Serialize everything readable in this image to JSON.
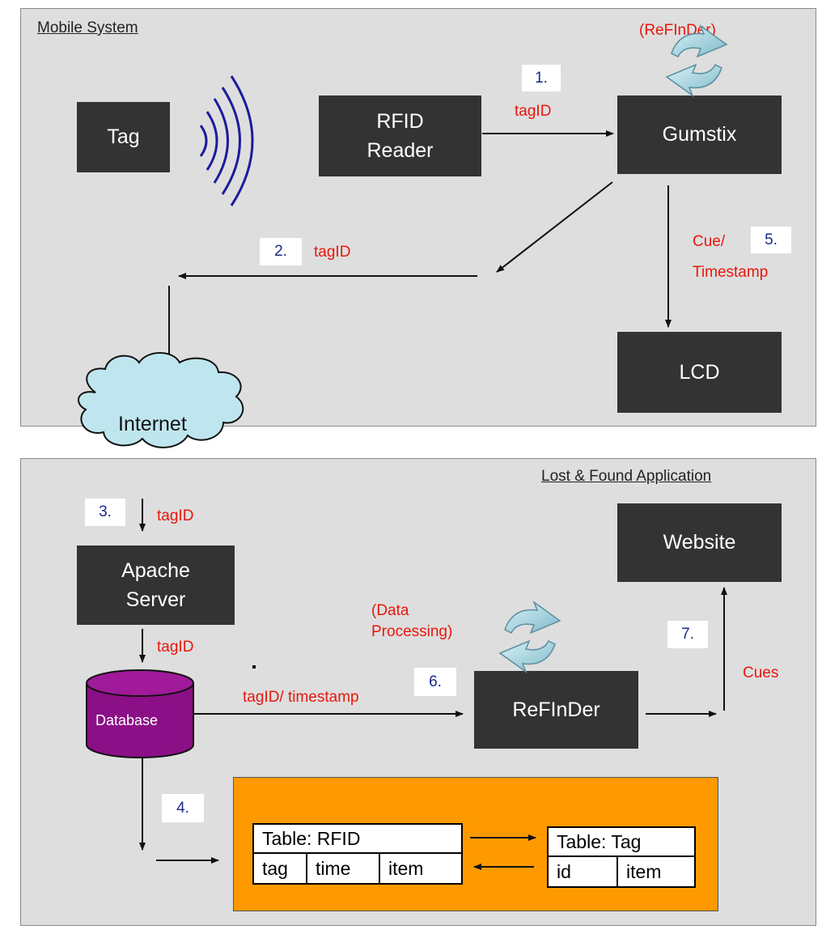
{
  "mobile_panel": {
    "title": "Mobile System",
    "tag_box": "Tag",
    "reader_box": "RFID\nReader",
    "gumstix_box": "Gumstix",
    "lcd_box": "LCD",
    "refinder_label": "(ReFInDer)",
    "step1": "1.",
    "step1_label": "tagID",
    "step2": "2.",
    "step2_label": "tagID",
    "step5": "5.",
    "step5_label": "Cue/\nTimestamp"
  },
  "internet_label": "Internet",
  "server_panel": {
    "title": "Lost & Found Application",
    "website_box": "Website",
    "apache_box": "Apache\nServer",
    "refinder_box": "ReFInDer",
    "database_label": "Database",
    "processing_label": "(Data\nProcessing)",
    "step3": "3.",
    "step3_label": "tagID",
    "step3b_label": "tagID",
    "step4": "4.",
    "step6": "6.",
    "step6_label": "tagID/ timestamp",
    "step7": "7.",
    "step7_label": "Cues"
  },
  "tables": {
    "rfid": {
      "title": "Table: RFID",
      "columns": [
        "tag",
        "time",
        "item"
      ]
    },
    "tag": {
      "title": "Table: Tag",
      "columns": [
        "id",
        "item"
      ]
    }
  },
  "colors": {
    "panel": "#dedede",
    "box": "#333333",
    "label_red": "#e8160c",
    "step_blue": "#1b2a8a",
    "orange": "#ff9900",
    "database": "#8b0f86",
    "cloud": "#bfe6ef",
    "waves": "#1c1c9c"
  }
}
